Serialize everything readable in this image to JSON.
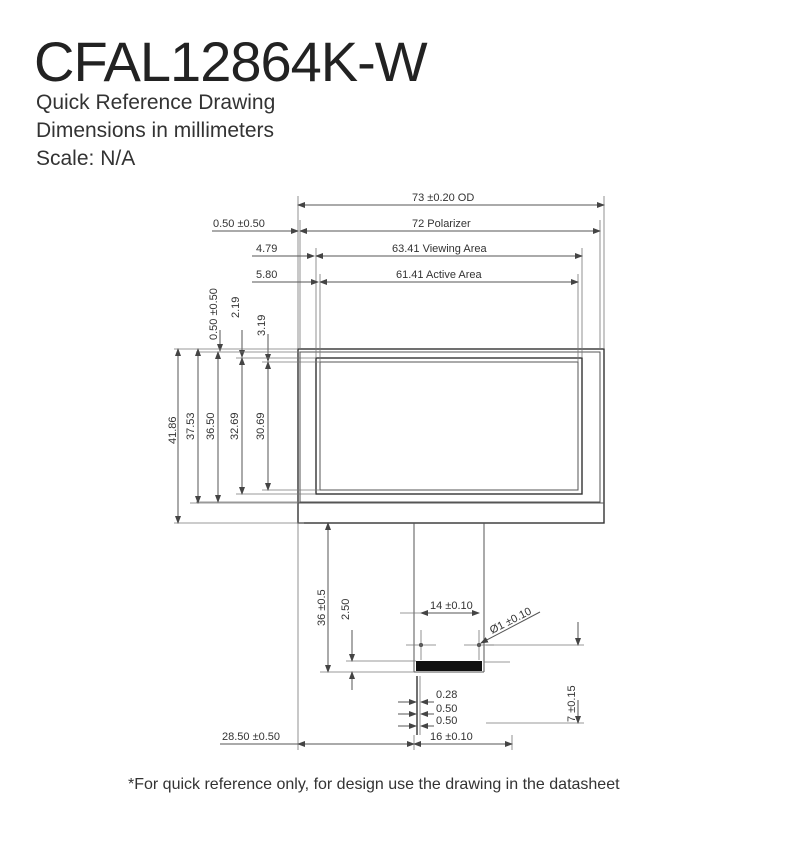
{
  "title": "CFAL12864K-W",
  "subtitle_lines": [
    "Quick Reference Drawing",
    "Dimensions in millimeters",
    "Scale: N/A"
  ],
  "footnote": "*For quick reference only, for design use the drawing in the datasheet",
  "dimensions": {
    "od": "73 ±0.20 OD",
    "polarizer": "72 Polarizer",
    "viewing_area": "63.41 Viewing Area",
    "active_area": "61.41 Active Area",
    "left_050": "0.50 ±0.50",
    "left_479": "4.79",
    "left_580": "5.80",
    "v_050": "0.50 ±0.50",
    "v_219": "2.19",
    "v_319": "3.19",
    "h_4186": "41.86",
    "h_3753": "37.53",
    "h_3650": "36.50",
    "h_3269": "32.69",
    "h_3069": "30.69",
    "tail_36": "36 ±0.5",
    "tail_250": "2.50",
    "tail_14": "14 ±0.10",
    "hole": "Ø1 ±0.10",
    "tail_7": "7 ±0.15",
    "pitch_028": "0.28",
    "pitch_050a": "0.50",
    "pitch_050b": "0.50",
    "tail_16": "16 ±0.10",
    "offset_2850": "28.50 ±0.50"
  }
}
